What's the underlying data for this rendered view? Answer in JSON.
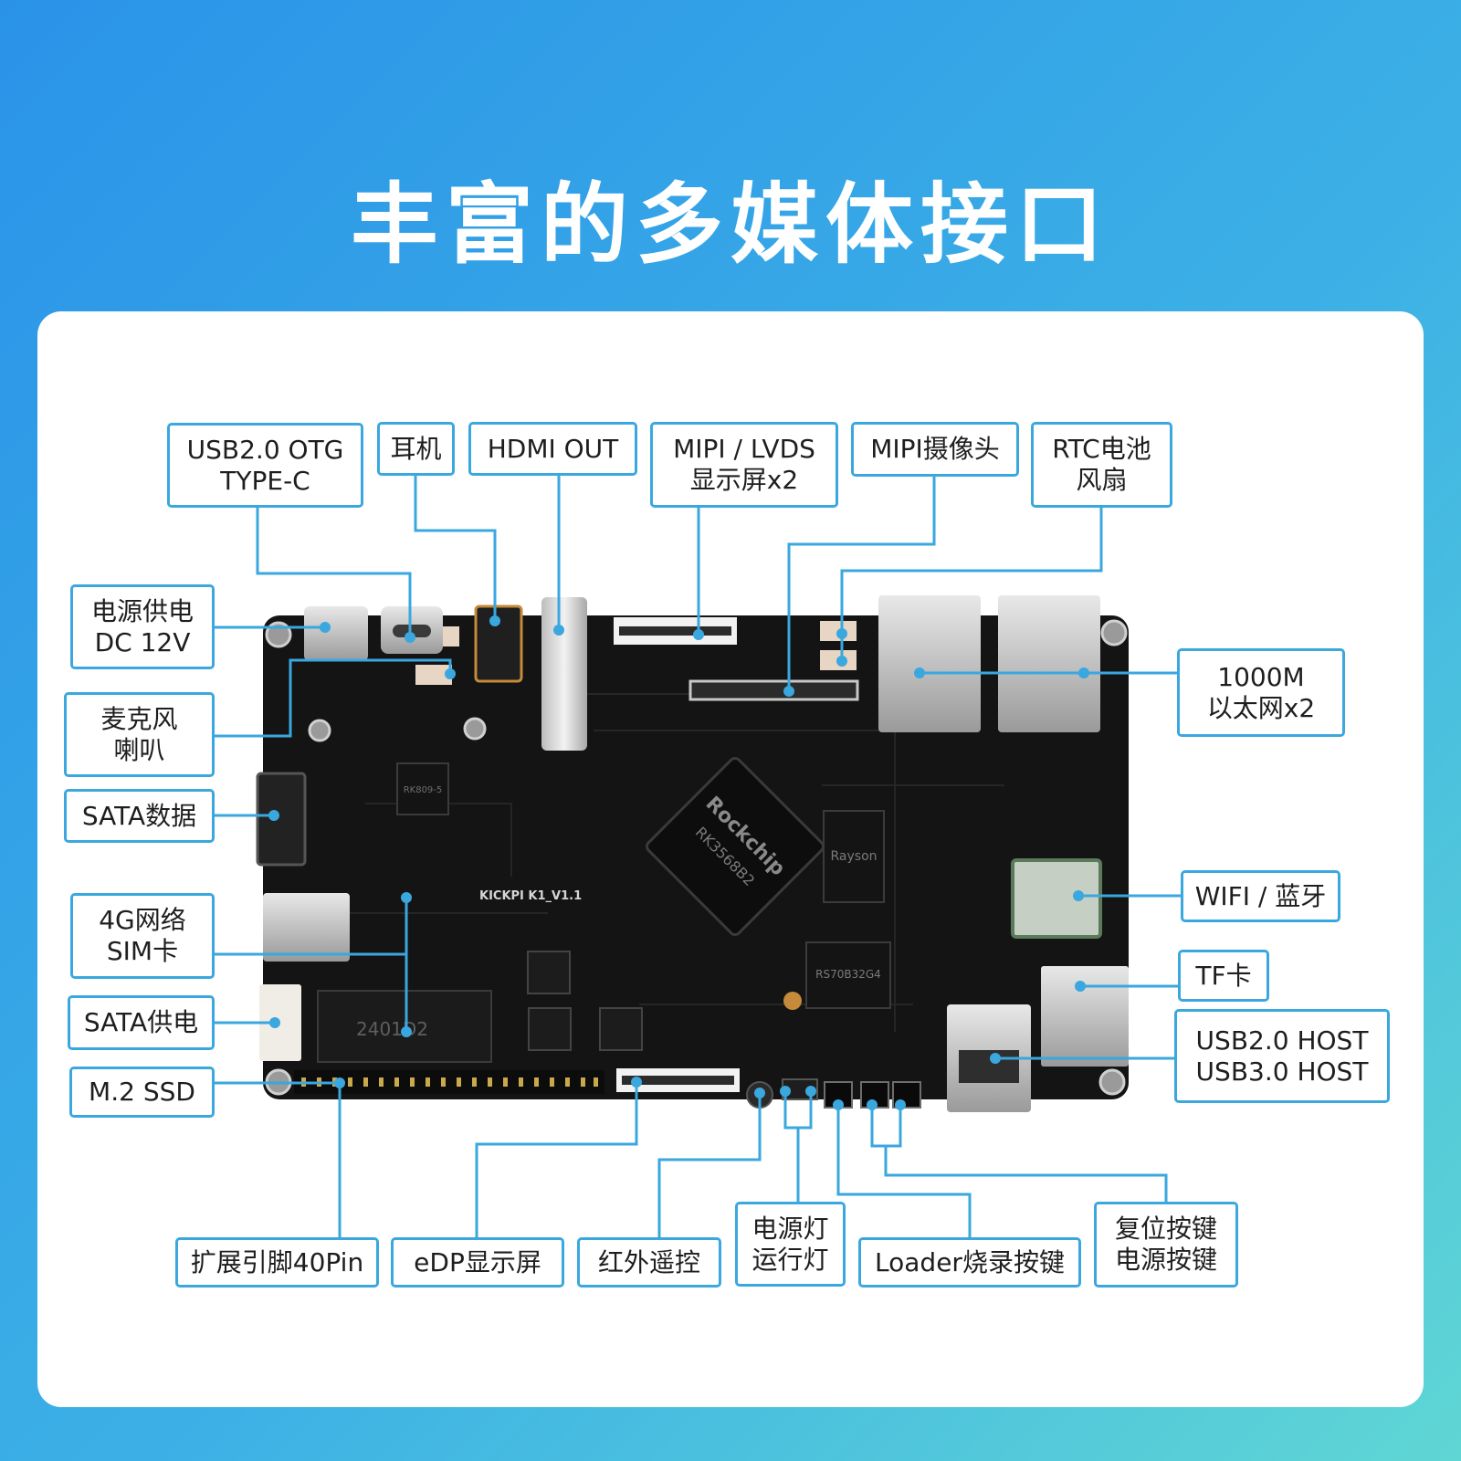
{
  "headline": "丰富的多媒体接口",
  "colors": {
    "accent": "#3aa7df",
    "board": "#141414",
    "background_start": "#2a93e8",
    "background_end": "#5fd6d4"
  },
  "board": {
    "silkscreen": "KICKPI K1_V1.1",
    "soc_brand": "Rockchip",
    "soc_model": "RK3568B2",
    "ram_brand": "Rayson",
    "emmc_marking": "RS70B32G4",
    "pmic_marking": "RK809-5",
    "m2_marking": "2401D2"
  },
  "labels": {
    "usb_otg": [
      "USB2.0 OTG",
      "TYPE-C"
    ],
    "earphone": [
      "耳机"
    ],
    "hdmi": [
      "HDMI OUT"
    ],
    "mipi_lvds": [
      "MIPI / LVDS",
      "显示屏x2"
    ],
    "mipi_camera": [
      "MIPI摄像头"
    ],
    "rtc_fan": [
      "RTC电池",
      "风扇"
    ],
    "power_dc": [
      "电源供电",
      "DC 12V"
    ],
    "mic_speaker": [
      "麦克风",
      "喇叭"
    ],
    "sata_data": [
      "SATA数据"
    ],
    "sim_4g": [
      "4G网络",
      "SIM卡"
    ],
    "sata_power": [
      "SATA供电"
    ],
    "m2_ssd": [
      "M.2 SSD"
    ],
    "ethernet": [
      "1000M",
      "以太网x2"
    ],
    "wifi_bt": [
      "WIFI / 蓝牙"
    ],
    "tf_card": [
      "TF卡"
    ],
    "usb_host": [
      "USB2.0 HOST",
      "USB3.0 HOST"
    ],
    "gpio_40pin": [
      "扩展引脚40Pin"
    ],
    "edp": [
      "eDP显示屏"
    ],
    "ir": [
      "红外遥控"
    ],
    "leds": [
      "电源灯",
      "运行灯"
    ],
    "loader_key": [
      "Loader烧录按键"
    ],
    "reset_power": [
      "复位按键",
      "电源按键"
    ]
  }
}
